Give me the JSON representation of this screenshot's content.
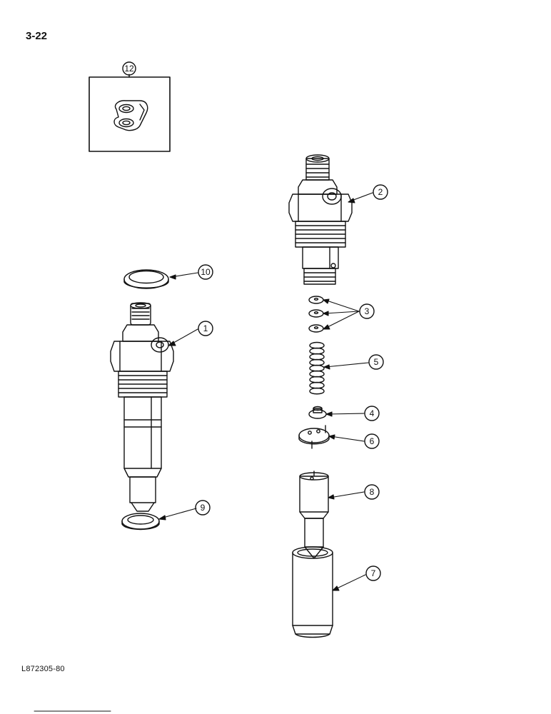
{
  "page": {
    "number": "3-22",
    "figure_code": "L872305-80"
  },
  "callouts": [
    {
      "id": "1",
      "part": "nozzle-holder-assembly"
    },
    {
      "id": "2",
      "part": "nozzle-holder-body"
    },
    {
      "id": "3",
      "part": "shims"
    },
    {
      "id": "4",
      "part": "spring-seat"
    },
    {
      "id": "5",
      "part": "spring"
    },
    {
      "id": "6",
      "part": "intermediate-plate"
    },
    {
      "id": "7",
      "part": "nozzle-nut"
    },
    {
      "id": "8",
      "part": "nozzle"
    },
    {
      "id": "9",
      "part": "washer"
    },
    {
      "id": "10",
      "part": "seal-ring"
    },
    {
      "id": "12",
      "part": "clamp"
    }
  ]
}
